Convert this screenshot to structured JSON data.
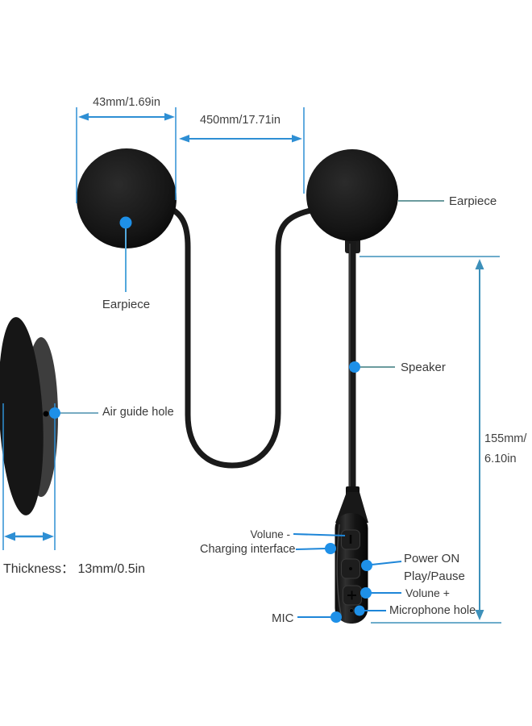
{
  "diagram": {
    "title": "Bluetooth helmet headset dimensions diagram",
    "dimensions": {
      "earpiece_width": "43mm/1.69in",
      "cable_length": "450mm/17.71in",
      "neck_height_line1": "155mm/",
      "neck_height_line2": "6.10in",
      "thickness": "Thickness： 13mm/0.5in"
    },
    "labels": {
      "earpiece_left": "Earpiece",
      "earpiece_right": "Earpiece",
      "speaker": "Speaker",
      "air_guide_hole": "Air guide hole",
      "volume_minus": "Volune -",
      "charging_interface": "Charging interface",
      "power_on": "Power ON",
      "play_pause": "Play/Pause",
      "volume_plus": "Volune +",
      "microphone_hole": "Microphone hole",
      "mic": "MIC"
    },
    "colors": {
      "dimension_blue": "#2e8fd4",
      "height_dimension_blue": "#3d90ba",
      "leader_teal": "#6b9b9e",
      "leader_light_blue": "#52a8dc",
      "dot_blue": "#1e90e8",
      "text": "#3a3a3a",
      "device_black": "#141414",
      "background": "#ffffff"
    }
  }
}
